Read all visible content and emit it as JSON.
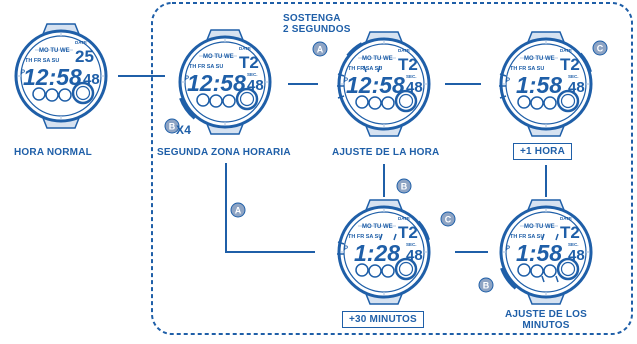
{
  "accent_color": "#1f5fa8",
  "light_color": "#b9cde6",
  "button_color": "#8ea4c4",
  "hold_instruction": {
    "line1": "SOSTENGA",
    "line2": "2 SEGUNDOS"
  },
  "repeat_label": "X4",
  "buttons": {
    "a": "A",
    "b": "B",
    "c": "C"
  },
  "watch_common": {
    "dow_top": "MO TU WE",
    "dow_bottom": "TH FR SA SU",
    "date_label": "DATE",
    "sec_label": "SEC.",
    "pm_mark": "P"
  },
  "watches": [
    {
      "id": "w1",
      "caption": "HORA NORMAL",
      "time": "12:58",
      "seconds": "48",
      "date": "25",
      "boxed": false
    },
    {
      "id": "w2",
      "caption": "SEGUNDA ZONA HORARIA",
      "time": "12:58",
      "seconds": "48",
      "date": "T2",
      "boxed": false
    },
    {
      "id": "w3",
      "caption": "AJUSTE DE LA HORA",
      "time": "12:58",
      "seconds": "48",
      "date": "T2",
      "boxed": false
    },
    {
      "id": "w4",
      "caption": "+1 HORA",
      "time": "1:58",
      "seconds": "48",
      "date": "T2",
      "boxed": true
    },
    {
      "id": "w5",
      "caption": "+30 MINUTOS",
      "time": "1:28",
      "seconds": "48",
      "date": "T2",
      "boxed": true
    },
    {
      "id": "w6",
      "caption_line1": "AJUSTE DE LOS",
      "caption_line2": "MINUTOS",
      "time": "1:58",
      "seconds": "48",
      "date": "T2",
      "boxed": false
    }
  ]
}
